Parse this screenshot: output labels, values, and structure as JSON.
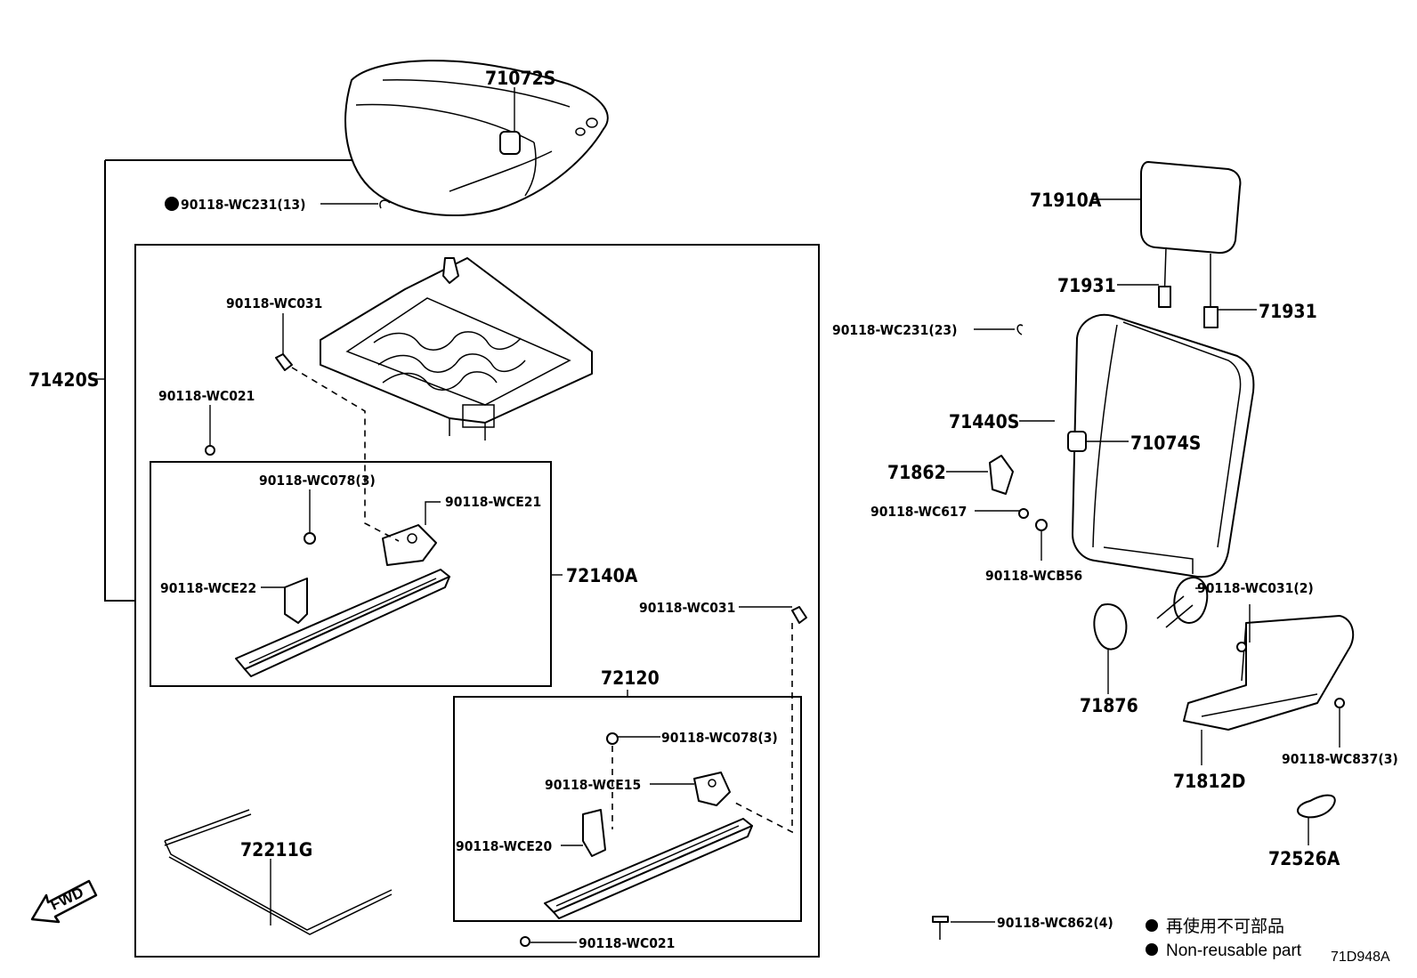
{
  "labels": {
    "p71072S": "71072S",
    "wc231_13": "90118-WC231(13)",
    "wc031_a": "90118-WC031",
    "p71420S": "71420S",
    "wc021_a": "90118-WC021",
    "wc078_a": "90118-WC078(3)",
    "wce21": "90118-WCE21",
    "wce22": "90118-WCE22",
    "p72140A": "72140A",
    "wc031_b": "90118-WC031",
    "p72120": "72120",
    "wc078_b": "90118-WC078(3)",
    "wce15": "90118-WCE15",
    "wce20": "90118-WCE20",
    "p72211G": "72211G",
    "wc021_b": "90118-WC021",
    "p71910A": "71910A",
    "p71931_l": "71931",
    "p71931_r": "71931",
    "wc231_23": "90118-WC231(23)",
    "p71440S": "71440S",
    "p71074S": "71074S",
    "p71862": "71862",
    "wc617": "90118-WC617",
    "wcb56": "90118-WCB56",
    "wc031_2": "90118-WC031(2)",
    "p71876": "71876",
    "p71812D": "71812D",
    "wc837": "90118-WC837(3)",
    "p72526A": "72526A",
    "wc862": "90118-WC862(4)"
  },
  "fwd_label": "FWD",
  "legend": {
    "jp": "再使用不可部品",
    "en": "Non-reusable part"
  },
  "diagram_code": "71D948A",
  "colors": {
    "ink": "#000000",
    "paper": "#ffffff"
  }
}
